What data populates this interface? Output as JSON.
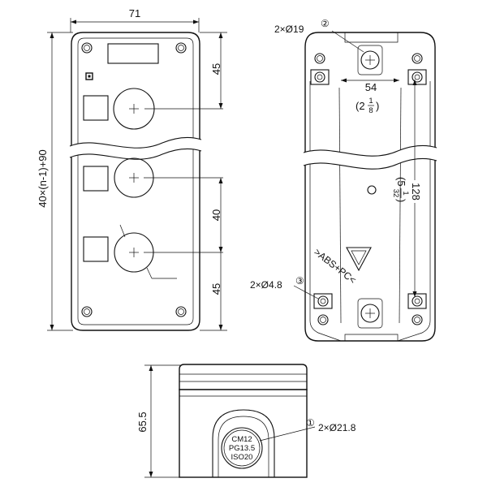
{
  "front_view": {
    "width_dim": "71",
    "height_dim": "40×(n-1)+90",
    "top_offset_dim": "45",
    "pitch_dim": "40",
    "bottom_offset_dim": "45"
  },
  "back_view": {
    "hole_label_19": "2×Ø19",
    "marker_2": "②",
    "spacing_dim": "54",
    "spacing_frac_whole": "(2",
    "spacing_frac_num": "1",
    "spacing_frac_den": "8",
    "spacing_frac_close": ")",
    "length_dim": "128",
    "length_frac_whole": "(5",
    "length_frac_num": "1",
    "length_frac_den": "32",
    "length_frac_close": ")",
    "material_mark": ">ABS+PC<",
    "hole_label_48": "2×Ø4.8",
    "marker_3": "③"
  },
  "side_view": {
    "height_dim": "65.5",
    "hole_label_218": "2×Ø21.8",
    "marker_1": "①",
    "gland_line1": "CM12",
    "gland_line2": "PG13.5",
    "gland_line3": "ISO20"
  }
}
